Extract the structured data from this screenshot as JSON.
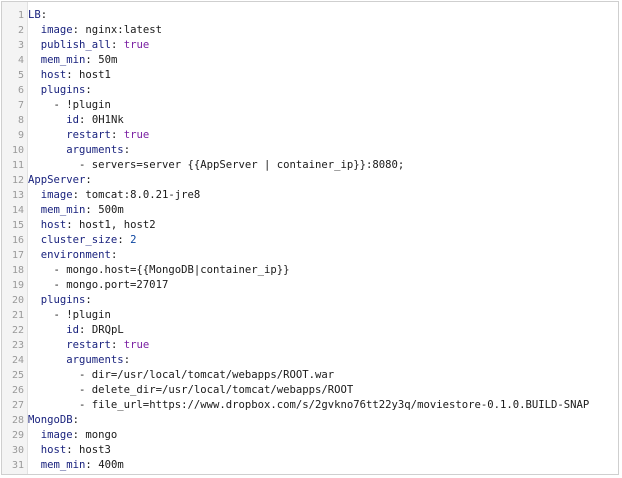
{
  "editor": {
    "lines": [
      {
        "n": "1",
        "indent": "",
        "key": "LB",
        "sep": ":",
        "val": "",
        "vtype": "v"
      },
      {
        "n": "2",
        "indent": "  ",
        "key": "image",
        "sep": ": ",
        "val": "nginx:latest",
        "vtype": "v"
      },
      {
        "n": "3",
        "indent": "  ",
        "key": "publish_all",
        "sep": ": ",
        "val": "true",
        "vtype": "b"
      },
      {
        "n": "4",
        "indent": "  ",
        "key": "mem_min",
        "sep": ": ",
        "val": "50m",
        "vtype": "v"
      },
      {
        "n": "5",
        "indent": "  ",
        "key": "host",
        "sep": ": ",
        "val": "host1",
        "vtype": "v"
      },
      {
        "n": "6",
        "indent": "  ",
        "key": "plugins",
        "sep": ":",
        "val": "",
        "vtype": "v"
      },
      {
        "n": "7",
        "indent": "    ",
        "key": "",
        "sep": "",
        "val": "- !plugin",
        "vtype": "v"
      },
      {
        "n": "8",
        "indent": "      ",
        "key": "id",
        "sep": ": ",
        "val": "0H1Nk",
        "vtype": "v"
      },
      {
        "n": "9",
        "indent": "      ",
        "key": "restart",
        "sep": ": ",
        "val": "true",
        "vtype": "b"
      },
      {
        "n": "10",
        "indent": "      ",
        "key": "arguments",
        "sep": ":",
        "val": "",
        "vtype": "v"
      },
      {
        "n": "11",
        "indent": "        ",
        "key": "",
        "sep": "",
        "val": "- servers=server {{AppServer | container_ip}}:8080;",
        "vtype": "v"
      },
      {
        "n": "12",
        "indent": "",
        "key": "AppServer",
        "sep": ":",
        "val": "",
        "vtype": "v"
      },
      {
        "n": "13",
        "indent": "  ",
        "key": "image",
        "sep": ": ",
        "val": "tomcat:8.0.21-jre8",
        "vtype": "v"
      },
      {
        "n": "14",
        "indent": "  ",
        "key": "mem_min",
        "sep": ": ",
        "val": "500m",
        "vtype": "v"
      },
      {
        "n": "15",
        "indent": "  ",
        "key": "host",
        "sep": ": ",
        "val": "host1, host2",
        "vtype": "v"
      },
      {
        "n": "16",
        "indent": "  ",
        "key": "cluster_size",
        "sep": ": ",
        "val": "2",
        "vtype": "n"
      },
      {
        "n": "17",
        "indent": "  ",
        "key": "environment",
        "sep": ":",
        "val": "",
        "vtype": "v"
      },
      {
        "n": "18",
        "indent": "    ",
        "key": "",
        "sep": "",
        "val": "- mongo.host={{MongoDB|container_ip}}",
        "vtype": "v"
      },
      {
        "n": "19",
        "indent": "    ",
        "key": "",
        "sep": "",
        "val": "- mongo.port=27017",
        "vtype": "v"
      },
      {
        "n": "20",
        "indent": "  ",
        "key": "plugins",
        "sep": ":",
        "val": "",
        "vtype": "v"
      },
      {
        "n": "21",
        "indent": "    ",
        "key": "",
        "sep": "",
        "val": "- !plugin",
        "vtype": "v"
      },
      {
        "n": "22",
        "indent": "      ",
        "key": "id",
        "sep": ": ",
        "val": "DRQpL",
        "vtype": "v"
      },
      {
        "n": "23",
        "indent": "      ",
        "key": "restart",
        "sep": ": ",
        "val": "true",
        "vtype": "b"
      },
      {
        "n": "24",
        "indent": "      ",
        "key": "arguments",
        "sep": ":",
        "val": "",
        "vtype": "v"
      },
      {
        "n": "25",
        "indent": "        ",
        "key": "",
        "sep": "",
        "val": "- dir=/usr/local/tomcat/webapps/ROOT.war",
        "vtype": "v"
      },
      {
        "n": "26",
        "indent": "        ",
        "key": "",
        "sep": "",
        "val": "- delete_dir=/usr/local/tomcat/webapps/ROOT",
        "vtype": "v"
      },
      {
        "n": "27",
        "indent": "        ",
        "key": "",
        "sep": "",
        "val": "- file_url=https://www.dropbox.com/s/2gvkno76tt22y3q/moviestore-0.1.0.BUILD-SNAP",
        "vtype": "v"
      },
      {
        "n": "28",
        "indent": "",
        "key": "MongoDB",
        "sep": ":",
        "val": "",
        "vtype": "v"
      },
      {
        "n": "29",
        "indent": "  ",
        "key": "image",
        "sep": ": ",
        "val": "mongo",
        "vtype": "v"
      },
      {
        "n": "30",
        "indent": "  ",
        "key": "host",
        "sep": ": ",
        "val": "host3",
        "vtype": "v"
      },
      {
        "n": "31",
        "indent": "  ",
        "key": "mem_min",
        "sep": ": ",
        "val": "400m",
        "vtype": "v"
      }
    ]
  }
}
